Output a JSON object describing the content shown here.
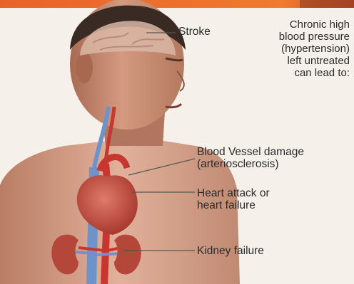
{
  "diagram": {
    "intro_lines": [
      "Chronic high",
      "blood pressure",
      "(hypertension)",
      "left untreated",
      "can lead to:"
    ],
    "labels": {
      "stroke": "Stroke",
      "vessel_line1": "Blood Vessel damage",
      "vessel_line2": "(arteriosclerosis)",
      "heart_line1": "Heart attack or",
      "heart_line2": "heart failure",
      "kidney": "Kidney failure"
    }
  },
  "colors": {
    "top_bar": "#e8632a",
    "skin": "#c88a70",
    "artery": "#c8372f",
    "vein": "#6f93c9",
    "leader_line": "#555555",
    "text": "#2b2b2b"
  }
}
